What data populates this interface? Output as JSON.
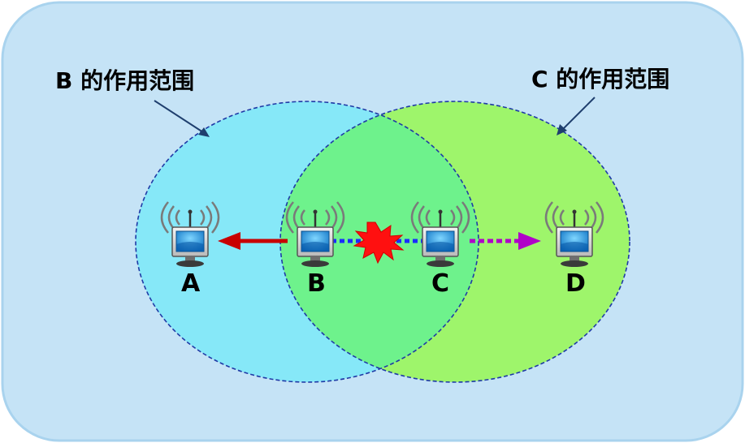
{
  "range_labels": {
    "b": "B 的作用范围",
    "c": "C 的作用范围"
  },
  "nodes": [
    {
      "id": "A",
      "label": "A"
    },
    {
      "id": "B",
      "label": "B"
    },
    {
      "id": "C",
      "label": "C"
    },
    {
      "id": "D",
      "label": "D"
    }
  ],
  "colors": {
    "panel": "#c5e3f6",
    "panel_border": "#a9d3ee",
    "range_b": "#86e8f8",
    "range_c": "#9ef56b",
    "overlap": "#6ef28c",
    "range_outline": "#1f3aa6",
    "arrow_b_to_a": "#c80000",
    "link_b_c": "#1a2cff",
    "arrow_c_to_d": "#b000c8",
    "collision": "#ff1010"
  },
  "icons": {
    "station": "wireless-computer-icon",
    "collision": "collision-burst-icon",
    "pointer": "pointer-arrow-icon"
  }
}
